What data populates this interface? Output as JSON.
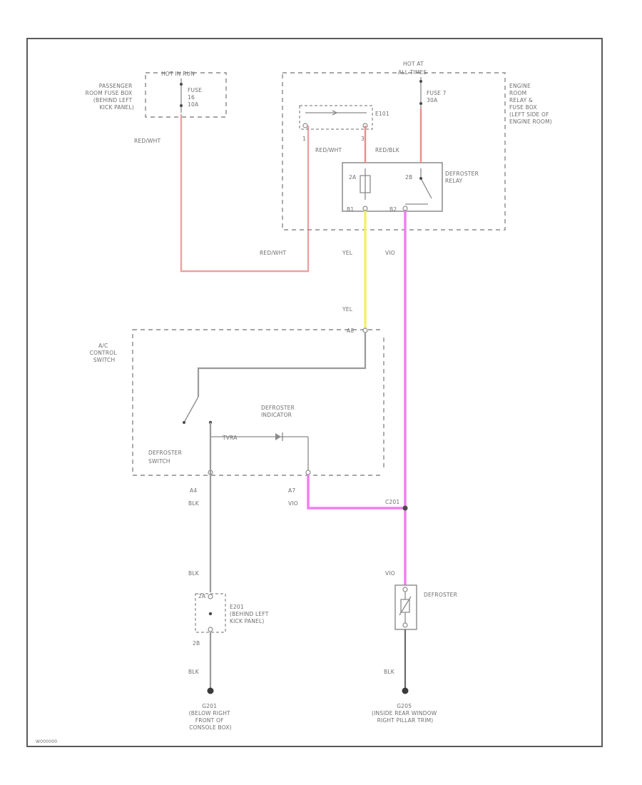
{
  "labels": {
    "hot_run": "HOT IN RUN",
    "passenger_fuse_box": [
      "PASSENGER",
      "ROOM FUSE BOX",
      "(BEHIND LEFT",
      "KICK PANEL)"
    ],
    "fuse16": [
      "FUSE",
      "16",
      "10A"
    ],
    "red_wht_1": "RED/WHT",
    "hot_at_all_times": [
      "HOT AT",
      "ALL TIMES"
    ],
    "fuse7": [
      "FUSE 7",
      "30A"
    ],
    "engine_room_box": [
      "ENGINE",
      "ROOM",
      "RELAY &",
      "FUSE BOX",
      "(LEFT SIDE OF",
      "ENGINE ROOM)"
    ],
    "splice_e101": "E101",
    "pin_1": "1",
    "pin_3": "3",
    "red_wht_2": "RED/WHT",
    "red_blk": "RED/BLK",
    "relay_pin_2a": "2A",
    "relay_pin_2b": "2B",
    "relay_pin_b1": "B1",
    "relay_pin_b2": "B2",
    "defroster_relay": [
      "DEFROSTER",
      "RELAY"
    ],
    "red_wht_3": "RED/WHT",
    "yel_1": "YEL",
    "vio_1": "VIO",
    "yel_2": "YEL",
    "pin_a8": "A8",
    "ac_control_switch": [
      "A/C",
      "CONTROL",
      "SWITCH"
    ],
    "defroster_indicator": [
      "DEFROSTER",
      "INDICATOR"
    ],
    "tvr": "TVRA",
    "defroster_switch": [
      "DEFROSTER",
      "SWITCH"
    ],
    "pin_a4": "A4",
    "blk_1": "BLK",
    "pin_a7": "A7",
    "vio_2": "VIO",
    "splice_label": "C201",
    "blk_2": "BLK",
    "vio_3": "VIO",
    "defroster": "DEFROSTER",
    "connector_e201": [
      "E201",
      "(BEHIND LEFT",
      "KICK PANEL)"
    ],
    "pin_2a": "2A",
    "pin_2b": "2B",
    "blk_3": "BLK",
    "blk_4": "BLK",
    "g201": [
      "G201",
      "(BELOW RIGHT",
      "FRONT OF",
      "CONSOLE BOX)"
    ],
    "g205": [
      "G205",
      "(INSIDE REAR WINDOW",
      "RIGHT PILLAR TRIM)"
    ],
    "footer_code": "W000000"
  },
  "wire_colors": {
    "red": "#f0a0a0",
    "yellow": "#f4f06a",
    "violet": "#f07ef0",
    "black": "#6a6a6a"
  }
}
